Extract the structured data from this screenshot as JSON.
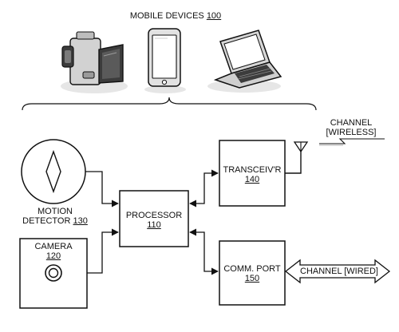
{
  "header": {
    "label": "MOBILE DEVICES",
    "ref": "100"
  },
  "devices": [
    {
      "name": "video camera",
      "icon": "camcorder-icon"
    },
    {
      "name": "tablet",
      "icon": "tablet-icon"
    },
    {
      "name": "laptop",
      "icon": "laptop-icon"
    }
  ],
  "blocks": {
    "motion_detector": {
      "line1": "MOTION",
      "line2": "DETECTOR",
      "ref": "130"
    },
    "camera": {
      "label": "CAMERA",
      "ref": "120"
    },
    "processor": {
      "label": "PROCESSOR",
      "ref": "110"
    },
    "transceiver": {
      "label": "TRANSCEIV'R",
      "ref": "140"
    },
    "comm_port": {
      "label": "COMM. PORT",
      "ref": "150"
    }
  },
  "channels": {
    "wireless": {
      "line1": "CHANNEL",
      "line2": "[WIRELESS]"
    },
    "wired": {
      "label": "CHANNEL [WIRED]"
    }
  },
  "colors": {
    "stroke": "#111111",
    "device_body": "#d6d6d6",
    "device_dark": "#3c3c3c"
  }
}
